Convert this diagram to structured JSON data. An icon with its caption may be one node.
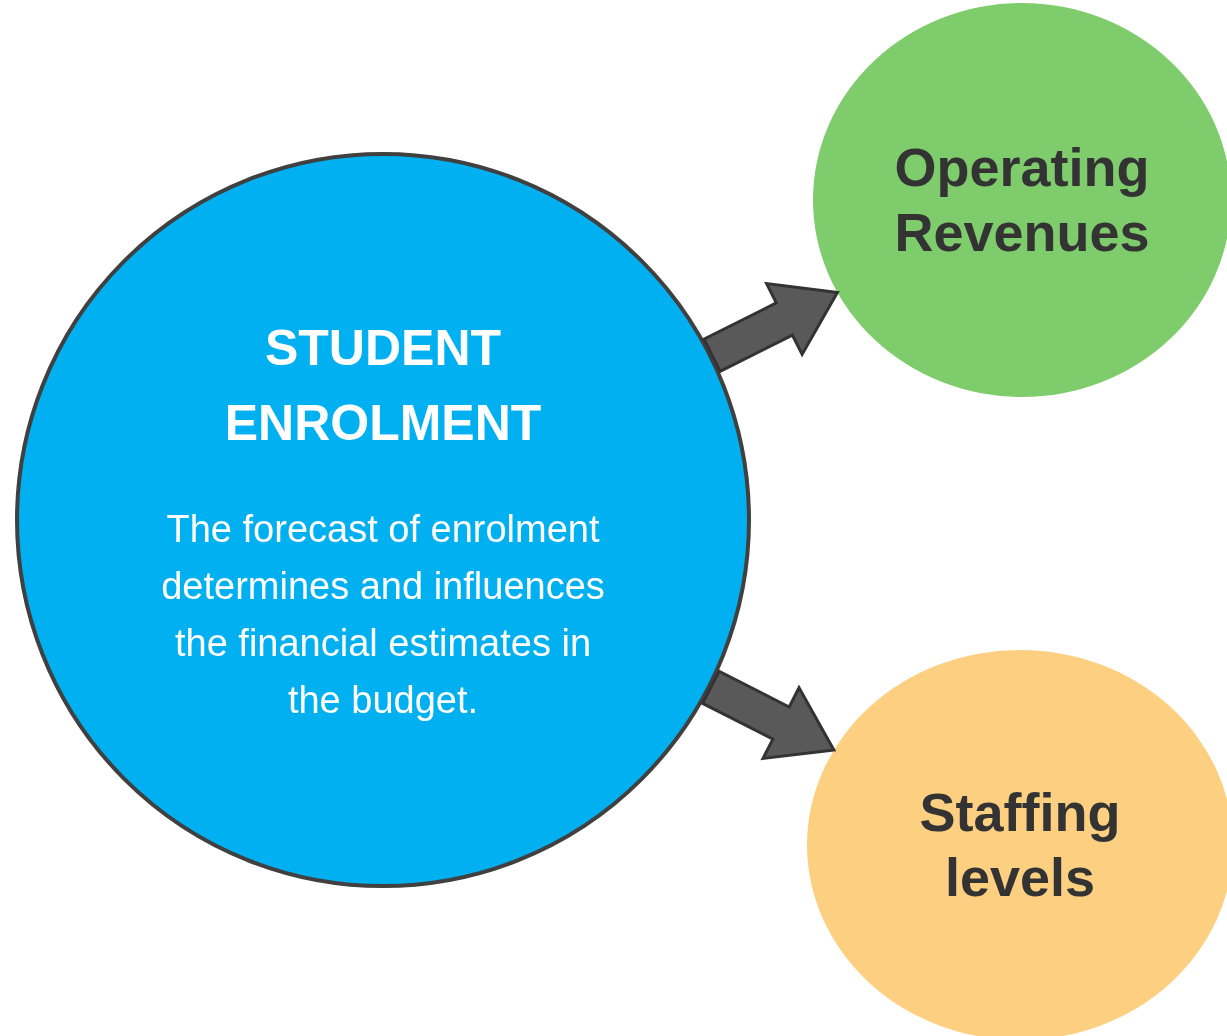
{
  "diagram": {
    "nodes": [
      {
        "text": [
          "STUDENT ENROLMENT",
          "The forecast of enrolment determines and influences the financial estimates in the budget."
        ]
      },
      {
        "text": [
          "Operating Revenues"
        ]
      },
      {
        "text": [
          "Staffing levels"
        ]
      }
    ],
    "edges": [
      {
        "from": 0,
        "to": 1,
        "arrow": "to",
        "style": "thick"
      },
      {
        "from": 0,
        "to": 2,
        "arrow": "to",
        "style": "thick"
      }
    ]
  }
}
